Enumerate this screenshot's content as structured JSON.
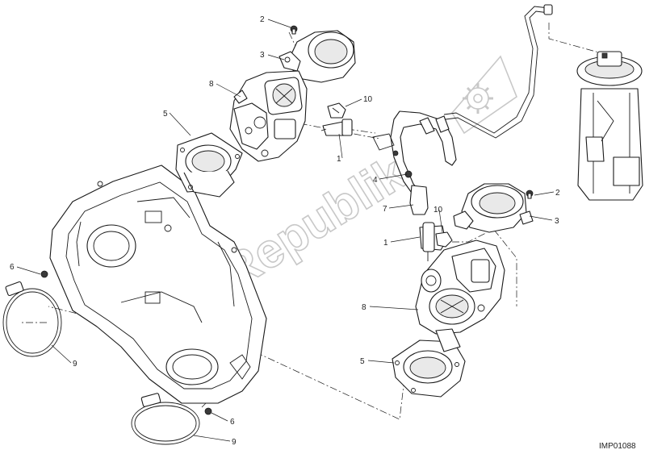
{
  "diagram": {
    "reference_code": "IMP01088",
    "watermark": "PartsRepublik",
    "callouts": [
      {
        "id": "c2a",
        "label": "2"
      },
      {
        "id": "c3a",
        "label": "3"
      },
      {
        "id": "c8a",
        "label": "8"
      },
      {
        "id": "c5a",
        "label": "5"
      },
      {
        "id": "c10a",
        "label": "10"
      },
      {
        "id": "c1a",
        "label": "1"
      },
      {
        "id": "c4",
        "label": "4"
      },
      {
        "id": "c7",
        "label": "7"
      },
      {
        "id": "c10b",
        "label": "10"
      },
      {
        "id": "c1b",
        "label": "1"
      },
      {
        "id": "c2b",
        "label": "2"
      },
      {
        "id": "c3b",
        "label": "3"
      },
      {
        "id": "c8b",
        "label": "8"
      },
      {
        "id": "c5b",
        "label": "5"
      },
      {
        "id": "c6a",
        "label": "6"
      },
      {
        "id": "c9a",
        "label": "9"
      },
      {
        "id": "c6b",
        "label": "6"
      },
      {
        "id": "c9b",
        "label": "9"
      }
    ]
  }
}
